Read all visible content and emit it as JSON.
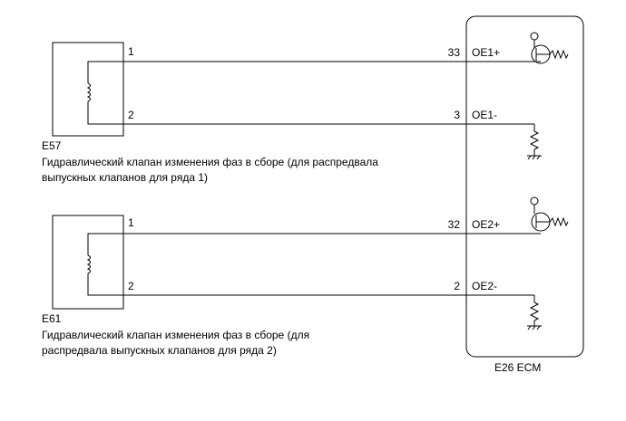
{
  "components": {
    "upper_valve": {
      "code": "E57",
      "description_line1": "Гидравлический клапан изменения фаз в сборе (для распредвала",
      "description_line2": "выпускных клапанов для ряда 1)",
      "pin_top": "1",
      "pin_bottom": "2"
    },
    "lower_valve": {
      "code": "E61",
      "description_line1": "Гидравлический клапан изменения фаз в сборе (для",
      "description_line2": "распредвала выпускных клапанов для ряда 2)",
      "pin_top": "1",
      "pin_bottom": "2"
    },
    "ecm": {
      "label": "E26 ECM",
      "terminals": [
        {
          "number": "33",
          "name": "OE1+"
        },
        {
          "number": "3",
          "name": "OE1-"
        },
        {
          "number": "32",
          "name": "OE2+"
        },
        {
          "number": "2",
          "name": "OE2-"
        }
      ]
    }
  }
}
